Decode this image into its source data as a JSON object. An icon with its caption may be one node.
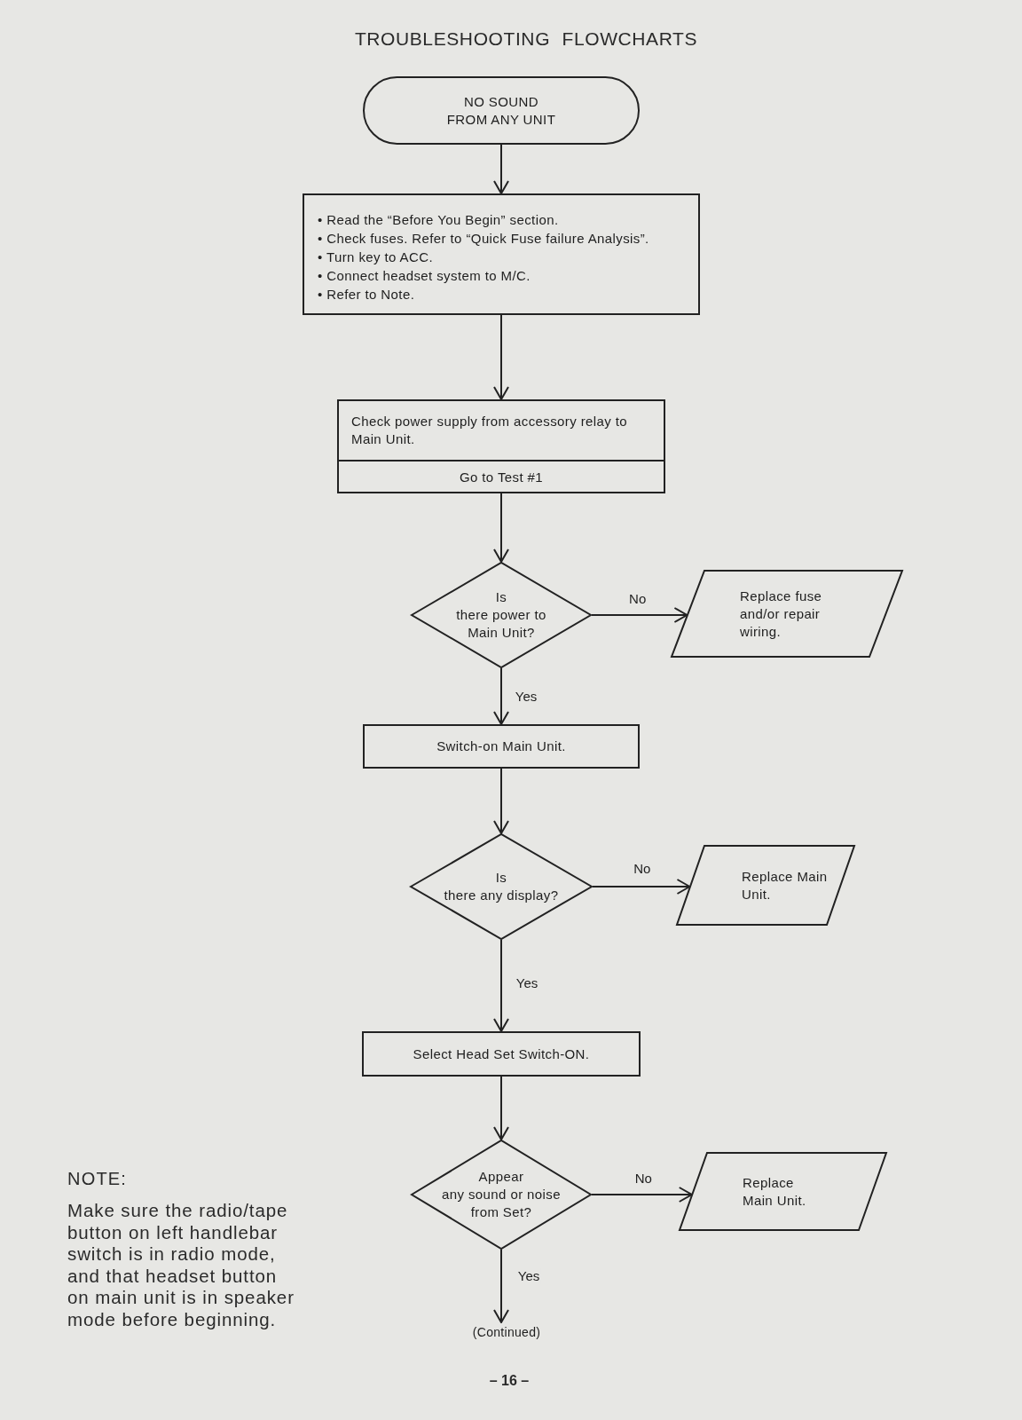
{
  "diagram": {
    "title": "TROUBLESHOOTING FLOWCHARTS",
    "nodes": [
      {
        "text": [
          "NO SOUND FROM ANY UNIT"
        ]
      },
      {
        "text": [
          "• Read the “Before You Begin” section.",
          "• Check fuses. Refer to “Quick Fuse failure Analysis”.",
          "• Turn key to ACC.",
          "• Connect headset system to M/C.",
          "• Refer to Note."
        ]
      },
      {
        "text": [
          "Check power supply from accessory relay to Main Unit.",
          "Go to Test #1"
        ]
      },
      {
        "text": [
          "Is there power to Main Unit?"
        ]
      },
      {
        "text": [
          "Replace fuse and/or repair wiring."
        ]
      },
      {
        "text": [
          "Switch-on Main Unit."
        ]
      },
      {
        "text": [
          "Is there any display?"
        ]
      },
      {
        "text": [
          "Replace Main Unit."
        ]
      },
      {
        "text": [
          "Select Head Set Switch-ON."
        ]
      },
      {
        "text": [
          "Appear any sound or noise from Set?"
        ]
      },
      {
        "text": [
          "Replace Main Unit."
        ]
      },
      {
        "text": [
          "(Continued)"
        ]
      }
    ],
    "edges": [
      {
        "from": 0,
        "to": 1,
        "arrow": "to"
      },
      {
        "from": 1,
        "to": 2,
        "arrow": "to"
      },
      {
        "from": 2,
        "to": 3,
        "arrow": "to"
      },
      {
        "from": 3,
        "to": 4,
        "arrow": "to",
        "label": "No"
      },
      {
        "from": 3,
        "to": 5,
        "arrow": "to",
        "label": "Yes"
      },
      {
        "from": 5,
        "to": 6,
        "arrow": "to"
      },
      {
        "from": 6,
        "to": 7,
        "arrow": "to",
        "label": "No"
      },
      {
        "from": 6,
        "to": 8,
        "arrow": "to",
        "label": "Yes"
      },
      {
        "from": 8,
        "to": 9,
        "arrow": "to"
      },
      {
        "from": 9,
        "to": 10,
        "arrow": "to",
        "label": "No"
      },
      {
        "from": 9,
        "to": 11,
        "arrow": "to",
        "label": "Yes"
      }
    ],
    "labels": [
      "NOTE:",
      "Make sure the radio/tape button on left handlebar switch is in radio mode, and that headset button on main unit is in speaker mode before beginning.",
      "– 16 –"
    ]
  }
}
